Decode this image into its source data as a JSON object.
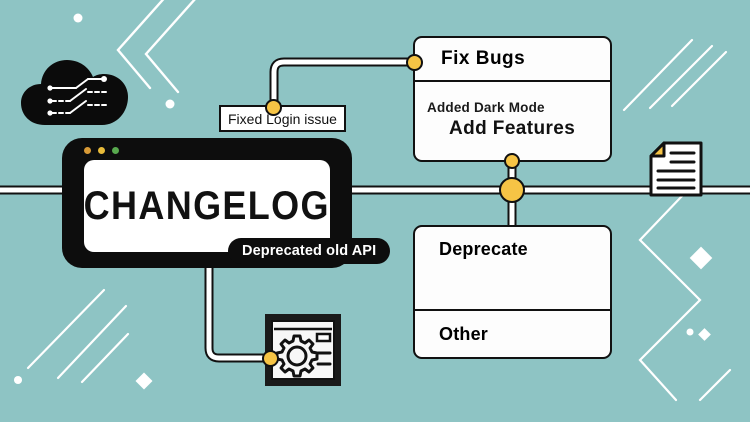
{
  "illustration": {
    "title": "Changelog flow diagram",
    "background_color": "#8ec4c4",
    "accent_color": "#f6c445",
    "line_color": "#111111",
    "surface_color": "#fdfdfd"
  },
  "window": {
    "title": "CHANGELOG",
    "dots": [
      {
        "name": "traffic-light-orange",
        "color": "#d89a36"
      },
      {
        "name": "traffic-light-yellow",
        "color": "#e8bb3a"
      },
      {
        "name": "traffic-light-green",
        "color": "#58a94e"
      }
    ]
  },
  "badges": {
    "deprecated_old_api": "Deprecated old API",
    "fixed_login_issue": "Fixed Login  issue"
  },
  "cards": [
    {
      "id": "card-features",
      "rows": [
        {
          "label": "Fix Bugs"
        },
        {
          "label_small": "Added Dark Mode",
          "label": "Add Features"
        }
      ]
    },
    {
      "id": "card-deprecate",
      "rows": [
        {
          "label": "Deprecate"
        },
        {
          "label": "Other"
        }
      ]
    }
  ],
  "icons": [
    {
      "name": "cloud-network-icon",
      "label": "cloud"
    },
    {
      "name": "settings-gear-icon",
      "label": "settings"
    },
    {
      "name": "document-icon",
      "label": "document"
    }
  ]
}
